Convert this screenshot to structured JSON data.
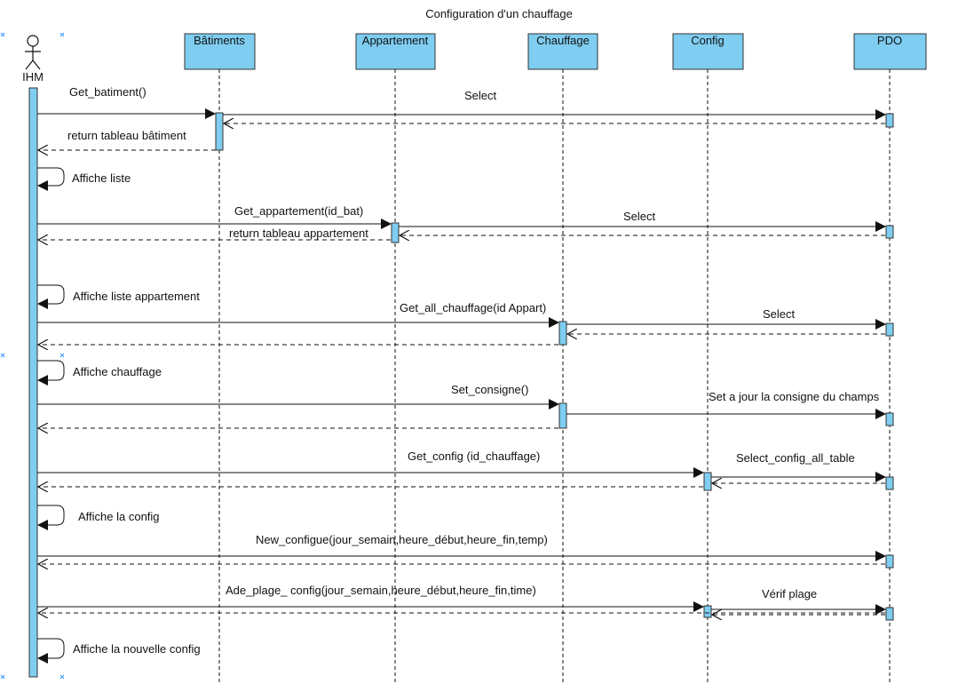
{
  "diagram": {
    "title": "Configuration d'un chauffage",
    "type": "sequence",
    "colors": {
      "box_fill": "#7fcdf1",
      "box_stroke": "#333333",
      "line": "#111111",
      "marker": "#3399ff"
    }
  },
  "actor": {
    "label": "IHM"
  },
  "lifelines": [
    {
      "id": "batiments",
      "label": "Bâtiments"
    },
    {
      "id": "appartement",
      "label": "Appartement"
    },
    {
      "id": "chauffage",
      "label": "Chauffage"
    },
    {
      "id": "config",
      "label": "Config"
    },
    {
      "id": "pdo",
      "label": "PDO"
    }
  ],
  "messages": [
    {
      "label": "Get_batiment()",
      "from": "ihm",
      "to": "batiments",
      "kind": "call"
    },
    {
      "label": "Select",
      "from": "batiments",
      "to": "pdo",
      "kind": "call"
    },
    {
      "label": "",
      "from": "pdo",
      "to": "batiments",
      "kind": "return"
    },
    {
      "label": "return tableau bâtiment",
      "from": "batiments",
      "to": "ihm",
      "kind": "return"
    },
    {
      "label": "Affiche liste",
      "from": "ihm",
      "to": "ihm",
      "kind": "self"
    },
    {
      "label": "Get_appartement(id_bat)",
      "from": "ihm",
      "to": "appartement",
      "kind": "call"
    },
    {
      "label": "Select",
      "from": "appartement",
      "to": "pdo",
      "kind": "call"
    },
    {
      "label": "",
      "from": "pdo",
      "to": "appartement",
      "kind": "return"
    },
    {
      "label": "return tableau appartement",
      "from": "appartement",
      "to": "ihm",
      "kind": "return"
    },
    {
      "label": "Affiche liste appartement",
      "from": "ihm",
      "to": "ihm",
      "kind": "self"
    },
    {
      "label": "Get_all_chauffage(id Appart)",
      "from": "ihm",
      "to": "chauffage",
      "kind": "call"
    },
    {
      "label": "Select",
      "from": "chauffage",
      "to": "pdo",
      "kind": "call"
    },
    {
      "label": "",
      "from": "pdo",
      "to": "chauffage",
      "kind": "return"
    },
    {
      "label": "",
      "from": "chauffage",
      "to": "ihm",
      "kind": "return"
    },
    {
      "label": "Affiche chauffage",
      "from": "ihm",
      "to": "ihm",
      "kind": "self"
    },
    {
      "label": "Set_consigne()",
      "from": "ihm",
      "to": "chauffage",
      "kind": "call"
    },
    {
      "label": "Set a jour la consigne du champs",
      "from": "chauffage",
      "to": "pdo",
      "kind": "call"
    },
    {
      "label": "",
      "from": "chauffage",
      "to": "ihm",
      "kind": "return"
    },
    {
      "label": "Get_config (id_chauffage)",
      "from": "ihm",
      "to": "config",
      "kind": "call"
    },
    {
      "label": "Select_config_all_table",
      "from": "config",
      "to": "pdo",
      "kind": "call"
    },
    {
      "label": "",
      "from": "pdo",
      "to": "config",
      "kind": "return"
    },
    {
      "label": "",
      "from": "config",
      "to": "ihm",
      "kind": "return"
    },
    {
      "label": "Affiche la config",
      "from": "ihm",
      "to": "ihm",
      "kind": "self"
    },
    {
      "label": "New_configue(jour_semain,heure_début,heure_fin,temp)",
      "from": "ihm",
      "to": "pdo",
      "kind": "call"
    },
    {
      "label": "",
      "from": "pdo",
      "to": "ihm",
      "kind": "return"
    },
    {
      "label": "Ade_plage_ config(jour_semain,heure_début,heure_fin,time)",
      "from": "ihm",
      "to": "config",
      "kind": "call"
    },
    {
      "label": "Vérif plage",
      "from": "config",
      "to": "pdo",
      "kind": "call"
    },
    {
      "label": "",
      "from": "pdo",
      "to": "config",
      "kind": "return"
    },
    {
      "label": "",
      "from": "pdo",
      "to": "ihm",
      "kind": "return"
    },
    {
      "label": "Affiche la nouvelle config",
      "from": "ihm",
      "to": "ihm",
      "kind": "self"
    }
  ]
}
